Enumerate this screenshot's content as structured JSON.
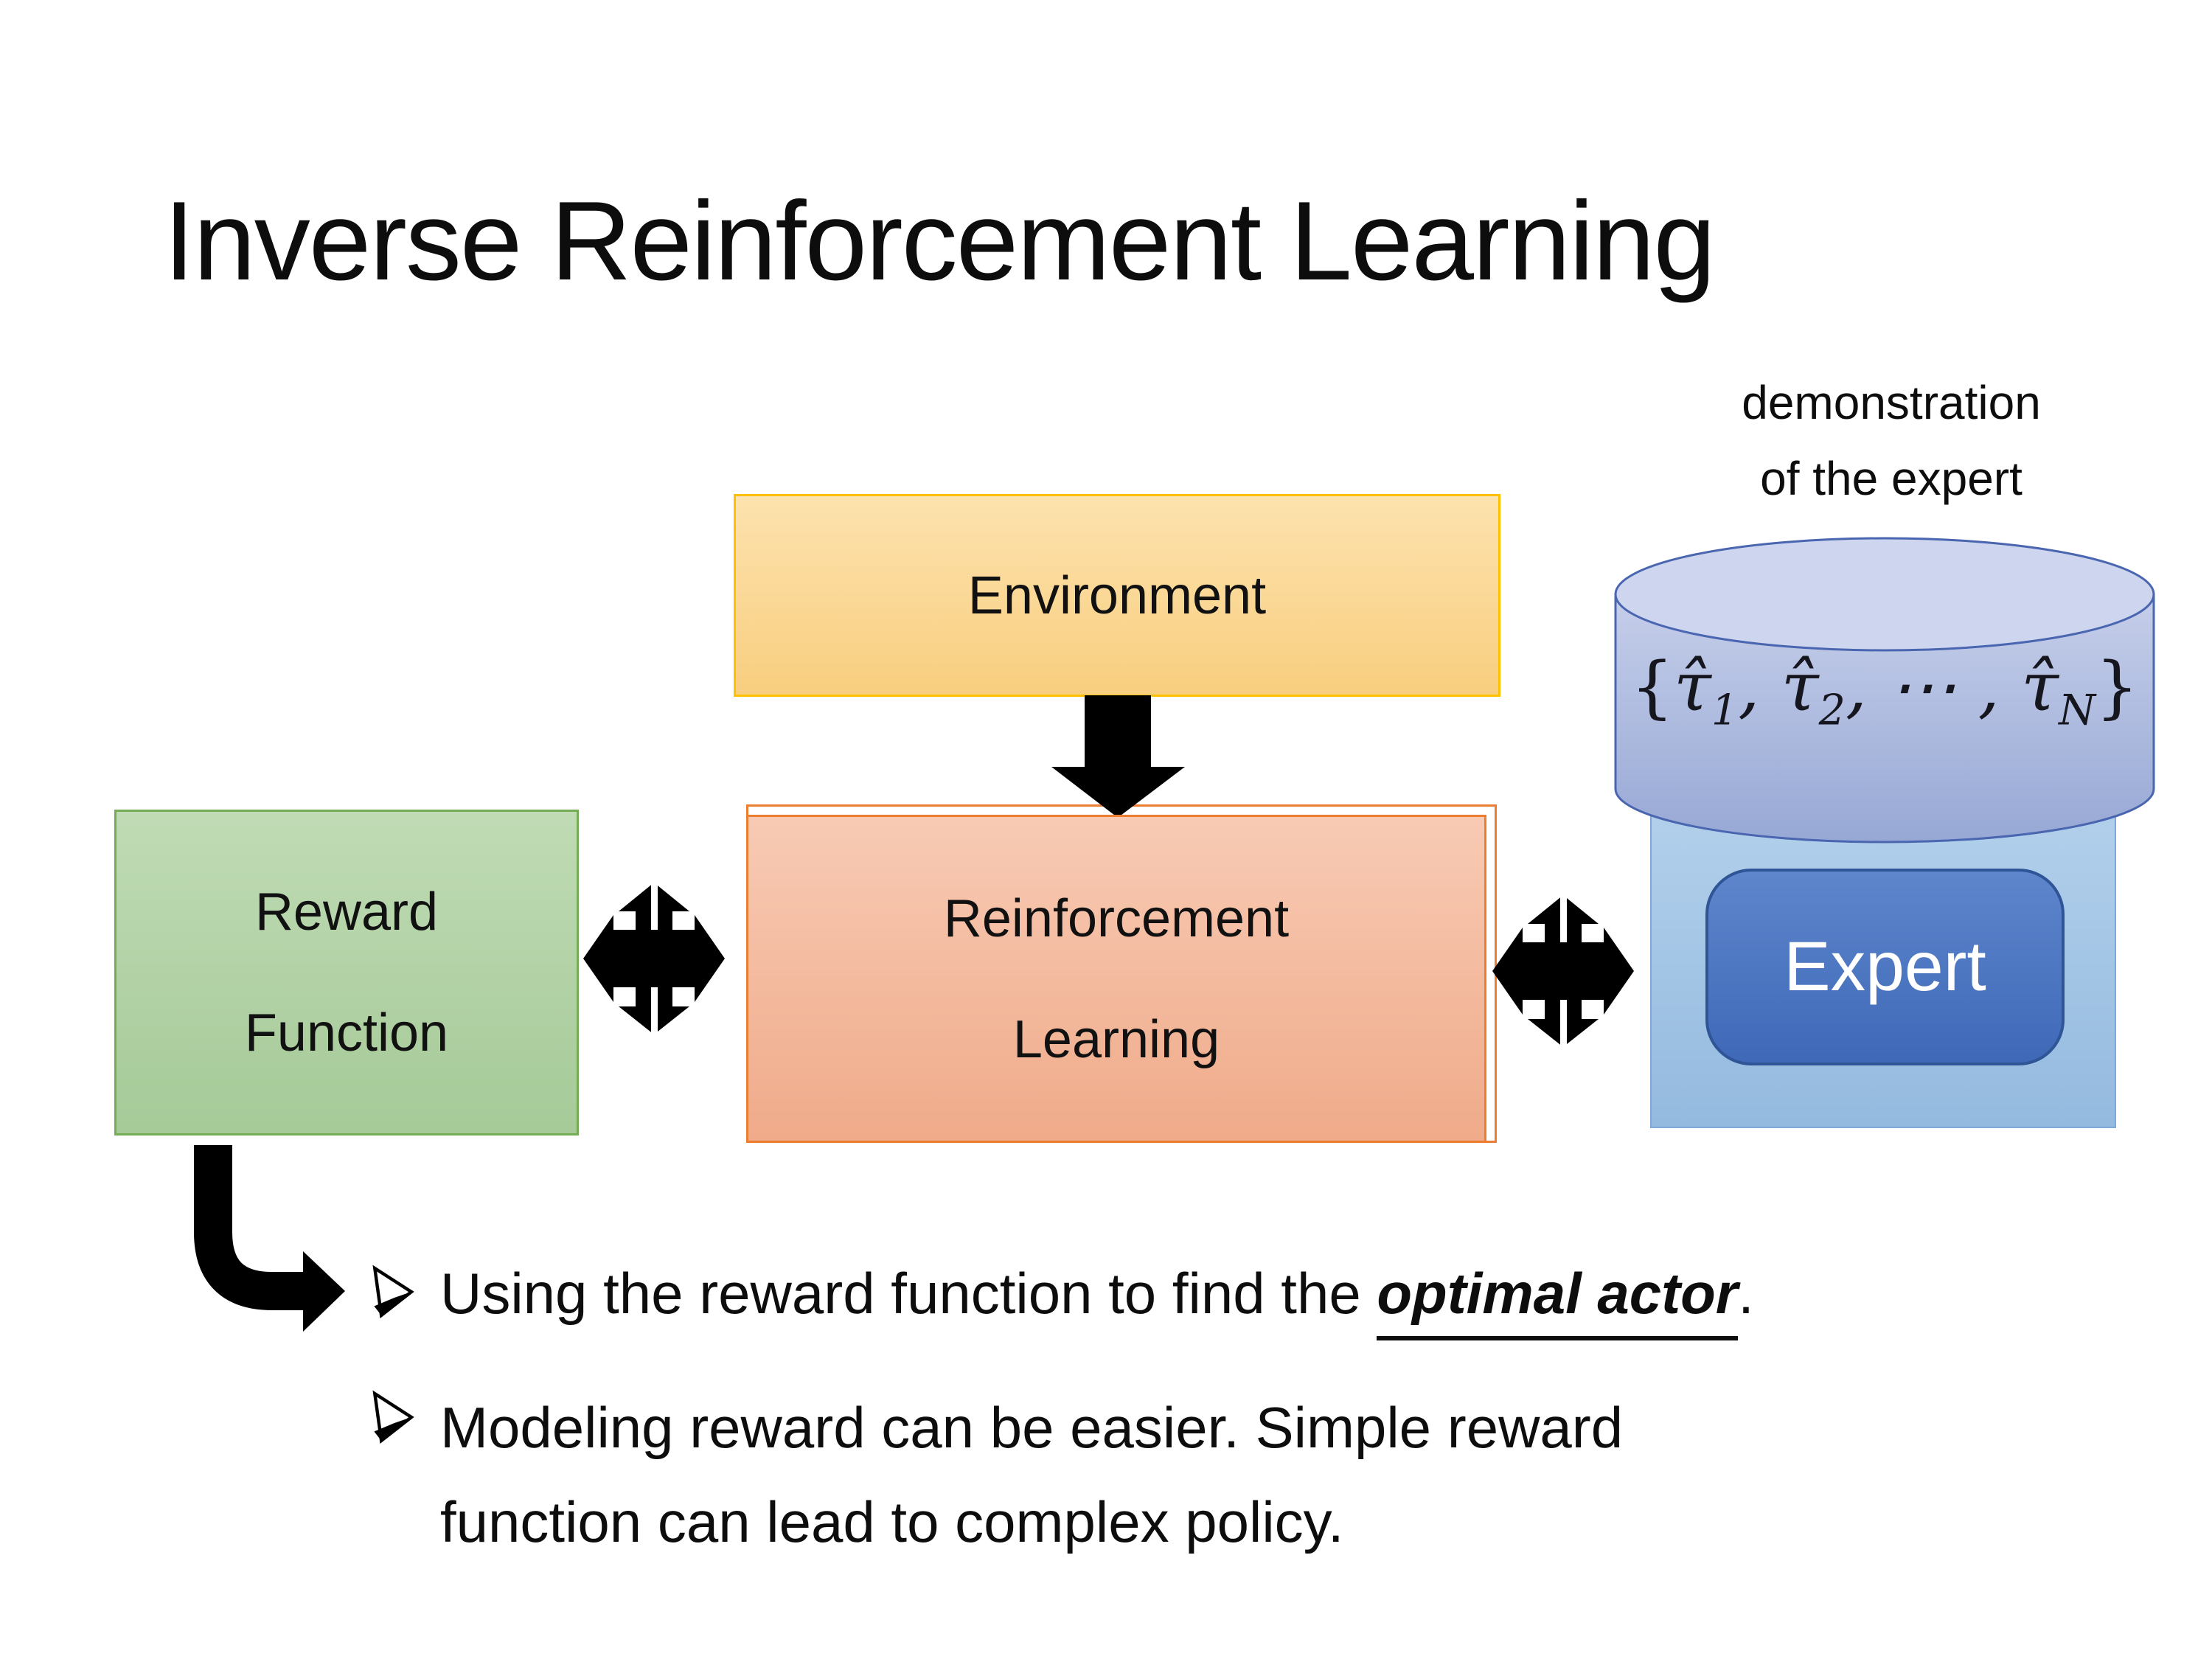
{
  "slide": {
    "title": "Inverse Reinforcement Learning",
    "demo_label": {
      "line1": "demonstration",
      "line2": "of the expert"
    },
    "boxes": {
      "environment": "Environment",
      "reward": {
        "line1": "Reward",
        "line2": "Function"
      },
      "reinforcement": {
        "line1": "Reinforcement",
        "line2": "Learning"
      },
      "expert": "Expert"
    },
    "formula": {
      "open_brace": "{",
      "tau_hat": "τ̂",
      "sub1": "1",
      "sep1": ", ",
      "sub2": "2",
      "sep_mid": ", ⋯ , ",
      "subN": "N",
      "close_brace": "}"
    },
    "bullets": {
      "item1": {
        "pre": "Using the reward function to find the ",
        "emphasis": "optimal actor",
        "post": "."
      },
      "item2": {
        "text": "Modeling reward can be easier. Simple reward function can lead to complex policy."
      }
    }
  },
  "colors": {
    "env_fill": "#FCD68B",
    "env_border": "#FFC000",
    "green_fill": "#AED1A0",
    "green_border": "#74AD54",
    "rl_fill": "#F5B697",
    "rl_border": "#ED7D31",
    "cyl_fill_light": "#C6CFEA",
    "cyl_fill_dark": "#97A8D5",
    "cyl_top": "#CDD6EE",
    "cyl_border": "#4A66B0",
    "expert_bg": "#9DC3E6",
    "expert_bg_border": "#7FA8D8",
    "expert_btn": "#4472C4",
    "expert_btn_border": "#2F5597",
    "arrow_black": "#000000"
  }
}
